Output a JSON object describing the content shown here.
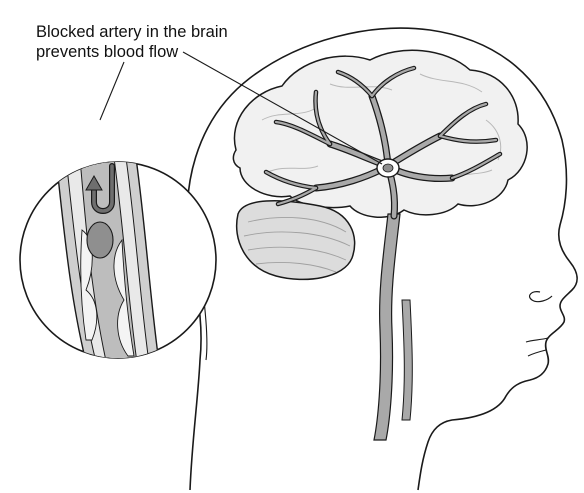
{
  "annotation": {
    "line1": "Blocked artery in the brain",
    "line2": "prevents blood flow"
  },
  "colors": {
    "outline": "#1a1a1a",
    "skin": "#ffffff",
    "brain": "#f1f1f1",
    "cerebellum": "#dcdcdc",
    "artery": "#a9a9a9",
    "artery_wall": "#cfcfcf",
    "clot": "#8f8f8f"
  },
  "icons": [
    "head-profile-outline",
    "brain-outline",
    "cerebellum",
    "cerebral-artery-tree",
    "carotid-artery",
    "magnified-artery-inset",
    "blood-clot",
    "blood-flow-arrow"
  ]
}
